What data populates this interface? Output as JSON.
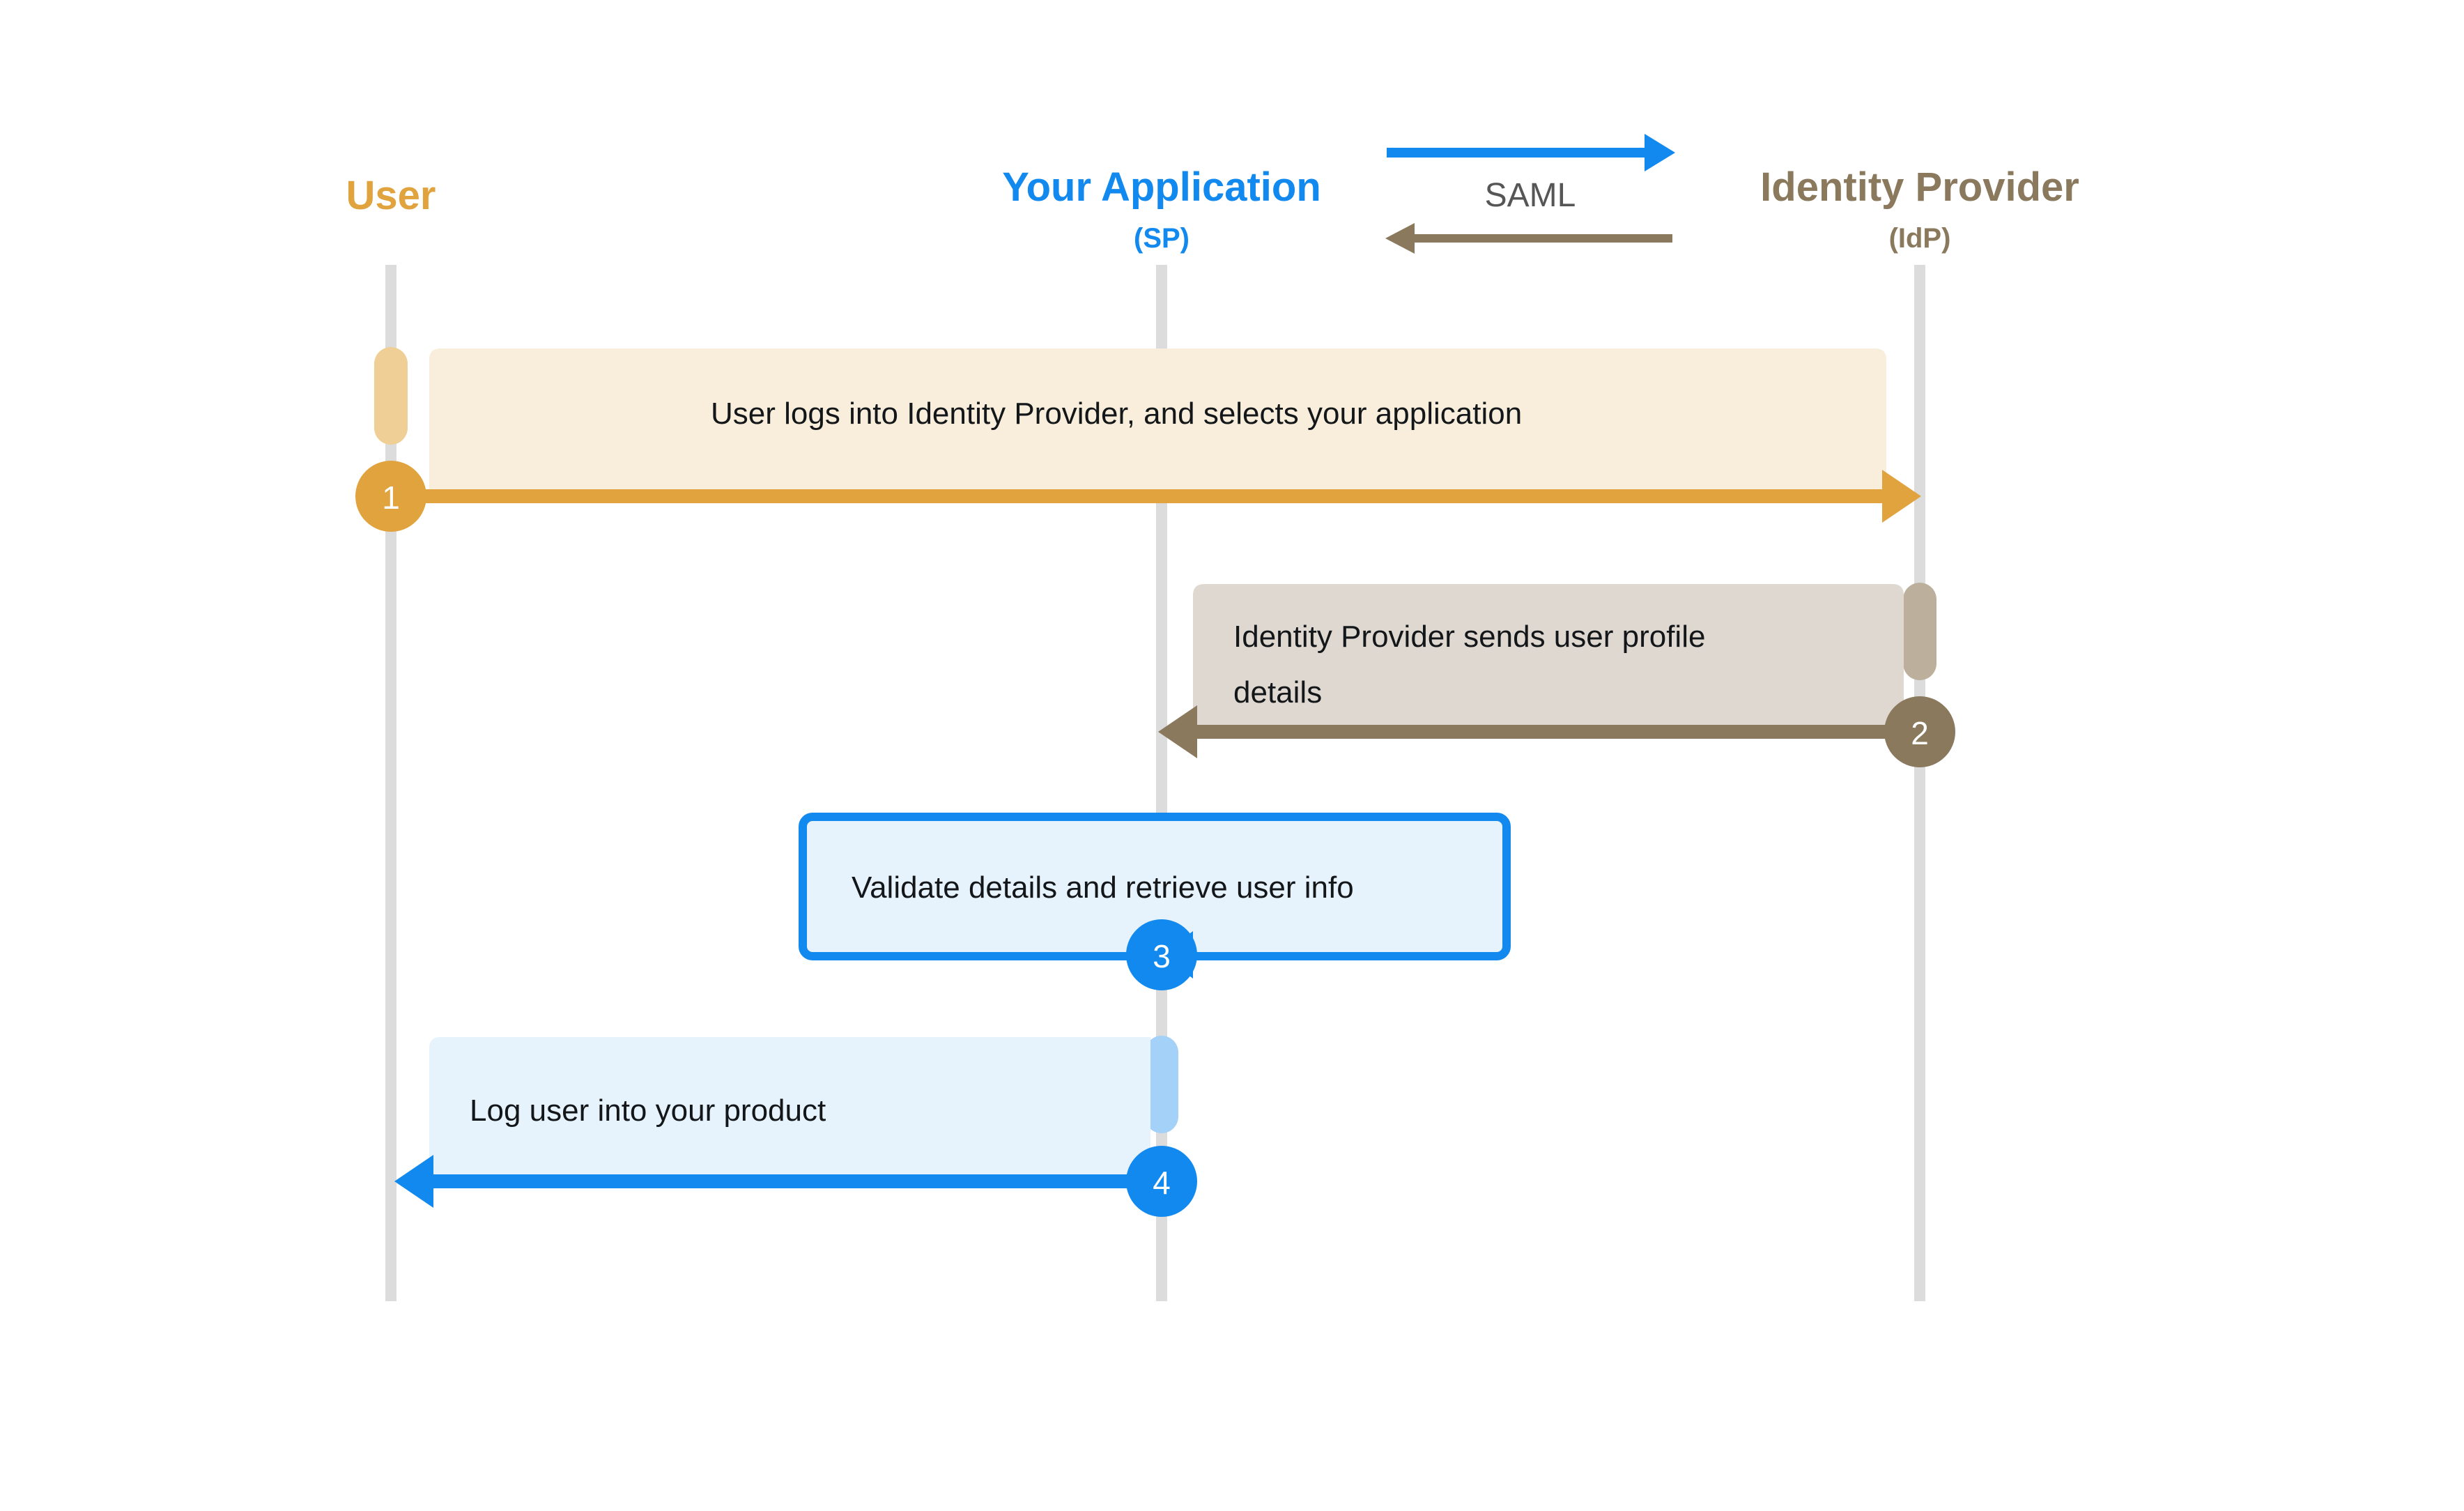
{
  "diagram": {
    "title": "SAML SSO sequence diagram",
    "type": "sequence-diagram",
    "background": "#ffffff"
  },
  "protocol": {
    "label": "SAML",
    "request_arrow_color": "#1289ee",
    "response_arrow_color": "#8a795d",
    "request_direction": "right",
    "response_direction": "left"
  },
  "actors": [
    {
      "id": "user",
      "title": "User",
      "subtitle": "",
      "color": "#e0a33e",
      "lifeline_color": "#dcdcdc",
      "activation_color": "#efcf95"
    },
    {
      "id": "application",
      "title": "Your Application",
      "subtitle": "(SP)",
      "color": "#1289ee",
      "lifeline_color": "#dcdcdc",
      "activation_color": "#a3d1f7"
    },
    {
      "id": "identity-provider",
      "title": "Identity Provider",
      "subtitle": "(IdP)",
      "color": "#8a795d",
      "lifeline_color": "#dcdcdc",
      "activation_color": "#bcb09c"
    }
  ],
  "steps": [
    {
      "number": "1",
      "text": "User logs into Identity Provider, and selects your application",
      "lines": [
        "User logs into Identity Provider, and selects your application"
      ],
      "from": "user",
      "to": "identity-provider",
      "direction": "right",
      "band_color": "#f8eedb",
      "arrow_color": "#e0a33e",
      "marker_color": "#e0a33e",
      "kind": "message"
    },
    {
      "number": "2",
      "text": "Identity Provider sends user profile details",
      "lines": [
        "Identity Provider sends user profile",
        "details"
      ],
      "from": "identity-provider",
      "to": "application",
      "direction": "left",
      "band_color": "#ded8d1",
      "arrow_color": "#8a795d",
      "marker_color": "#8a795d",
      "kind": "message"
    },
    {
      "number": "3",
      "text": "Validate details and retrieve user info",
      "lines": [
        "Validate details and retrieve user info"
      ],
      "from": "application",
      "to": "application",
      "direction": "left",
      "band_color": "#e6f2fc",
      "arrow_color": "#1289ee",
      "marker_color": "#1289ee",
      "border_color": "#1289ee",
      "kind": "self-call"
    },
    {
      "number": "4",
      "text": "Log user into your product",
      "lines": [
        "Log user into your product"
      ],
      "from": "application",
      "to": "user",
      "direction": "left",
      "band_color": "#e6f2fc",
      "arrow_color": "#1289ee",
      "marker_color": "#1289ee",
      "kind": "message"
    }
  ]
}
